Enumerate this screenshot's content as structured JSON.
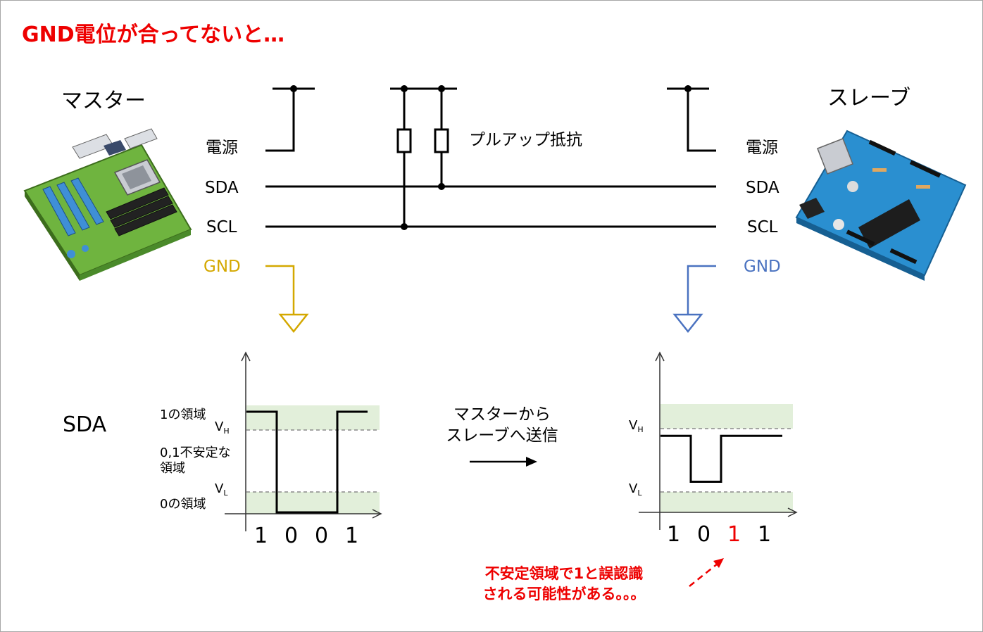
{
  "title": "GND電位が合ってないと…",
  "master": {
    "name": "マスター",
    "icon": "motherboard-icon"
  },
  "slave": {
    "name": "スレーブ",
    "icon": "microcontroller-board-icon"
  },
  "signals": {
    "power": "電源",
    "sda": "SDA",
    "scl": "SCL",
    "gnd": "GND"
  },
  "pullup_label": "プルアップ抵抗",
  "colors": {
    "title": "#ee0000",
    "master_gnd": "#d4a800",
    "slave_gnd": "#4a72c0",
    "region_fill": "#e2efda",
    "wire": "#000000"
  },
  "chart_data": [
    {
      "type": "line",
      "ylabel": "SDA",
      "bits": [
        "1",
        "0",
        "0",
        "1"
      ],
      "regions": {
        "high": "1の領域",
        "unstable": "0,1不安定な領域",
        "low": "0の領域"
      },
      "thresholds": {
        "vh": "V",
        "vh_sub": "H",
        "vl": "V",
        "vl_sub": "L"
      },
      "levels": {
        "high": 1,
        "low": 0
      }
    },
    {
      "type": "line",
      "bits": [
        "1",
        "0",
        "1",
        "1"
      ],
      "highlight_bit": 2,
      "thresholds": {
        "vh": "V",
        "vh_sub": "H",
        "vl": "V",
        "vl_sub": "L"
      },
      "levels": {
        "high": 1.25,
        "low": 0.5
      }
    }
  ],
  "transfer_label": {
    "line1": "マスターから",
    "line2": "スレーブへ送信"
  },
  "warning": {
    "line1": "不安定領域で1と誤認識",
    "line2": "される可能性がある。。。"
  }
}
